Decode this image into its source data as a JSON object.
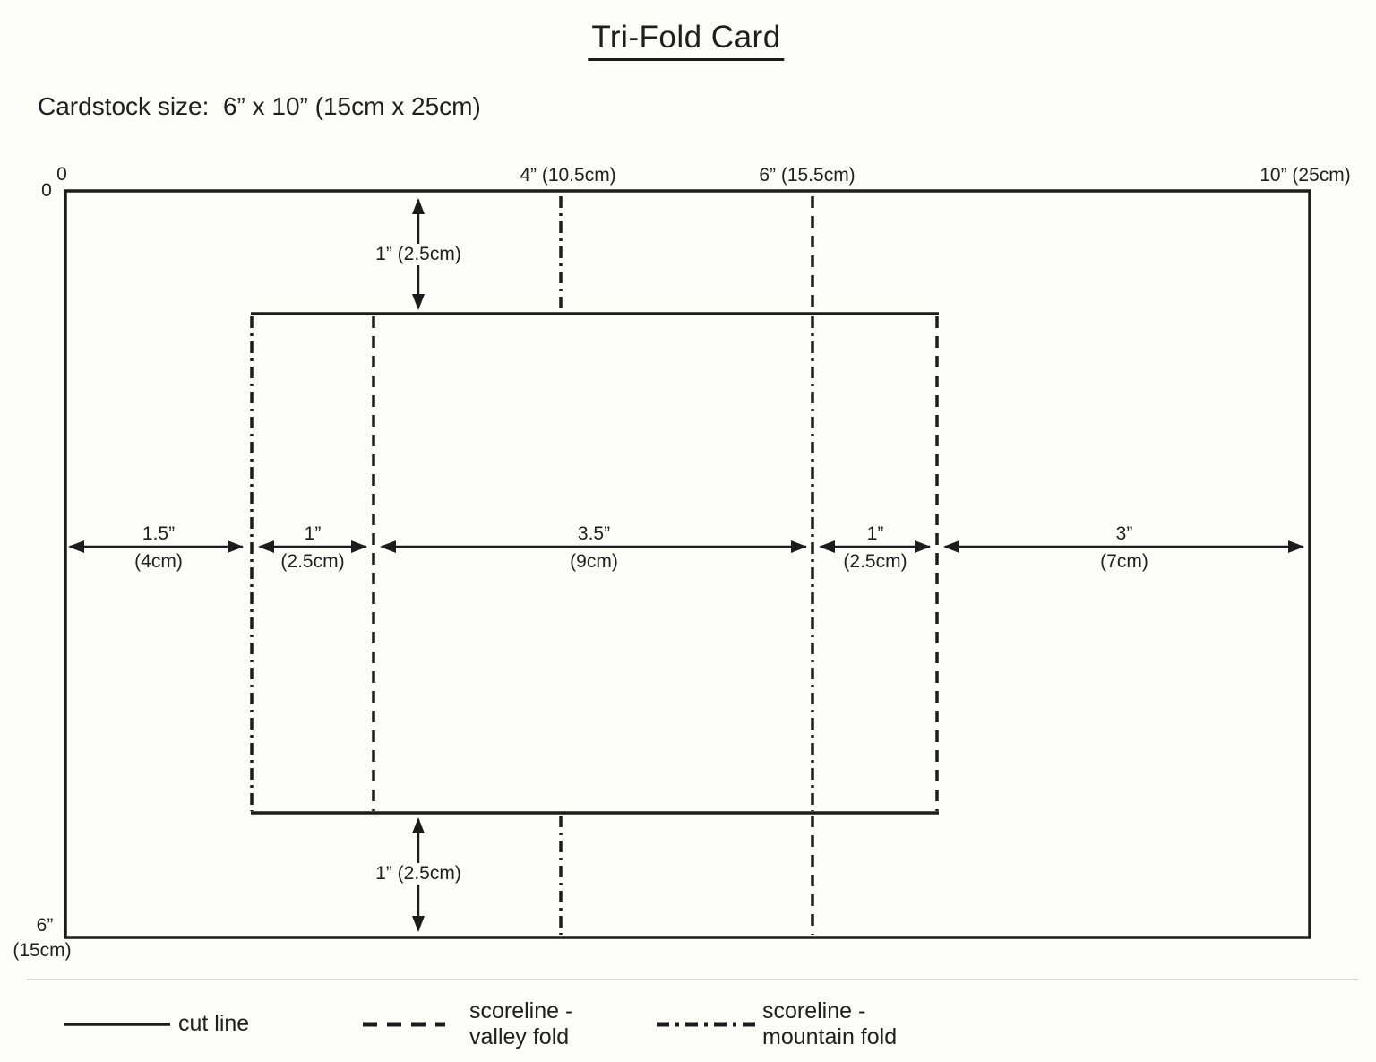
{
  "page": {
    "title": "Tri-Fold Card",
    "subtitle": "Cardstock size:  6” x 10” (15cm x 25cm)"
  },
  "colors": {
    "ink": "#1c1c1c",
    "paper": "#fcfcf9",
    "divider": "#d9d9d4"
  },
  "ruler": {
    "top_origin": "0",
    "top_4in": "4” (10.5cm)",
    "top_6in": "6” (15.5cm)",
    "top_10in": "10” (25cm)",
    "left_origin": "0",
    "left_bottom_inches": "6”",
    "left_bottom_cm": "(15cm)"
  },
  "measurements": {
    "horizontal": [
      {
        "inches": "1.5”",
        "cm": "(4cm)"
      },
      {
        "inches": "1”",
        "cm": "(2.5cm)"
      },
      {
        "inches": "3.5”",
        "cm": "(9cm)"
      },
      {
        "inches": "1”",
        "cm": "(2.5cm)"
      },
      {
        "inches": "3”",
        "cm": "(7cm)"
      }
    ],
    "vertical_top": "1” (2.5cm)",
    "vertical_bottom": "1” (2.5cm)"
  },
  "legend": {
    "cut": {
      "label": "cut line"
    },
    "valley": {
      "line1": "scoreline -",
      "line2": "valley fold"
    },
    "mountain": {
      "line1": "scoreline -",
      "line2": "mountain fold"
    }
  }
}
